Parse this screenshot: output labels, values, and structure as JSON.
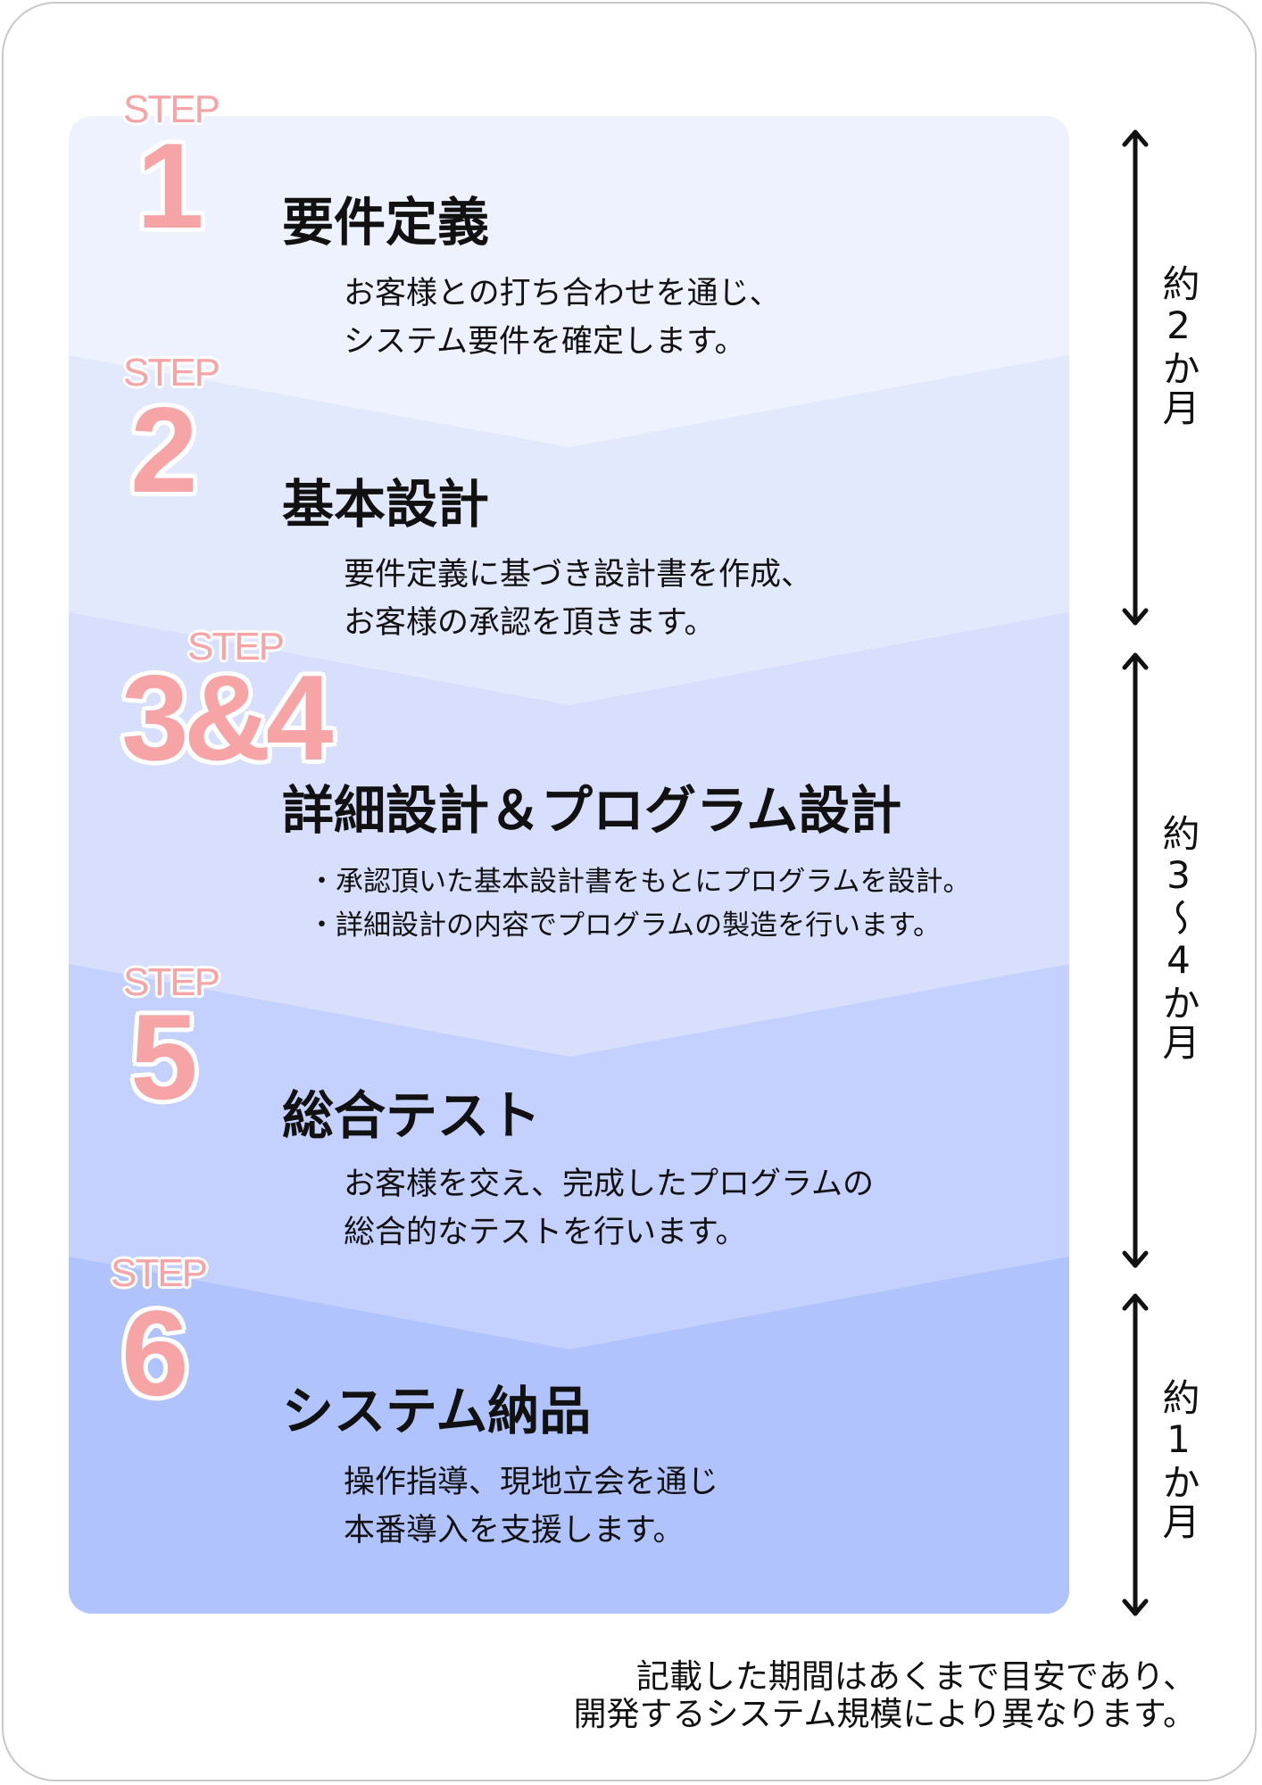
{
  "colors": {
    "band1": "#eef2fe",
    "band2": "#e3e9fd",
    "band3": "#d7dffd",
    "band4": "#c4d0fd",
    "band5": "#b1c3fc",
    "step_pink": "#f7a4a7"
  },
  "step_label": "STEP",
  "steps": [
    {
      "number": "1",
      "title": "要件定義",
      "lines": [
        "お客様との打ち合わせを通じ、",
        "システム要件を確定します。"
      ]
    },
    {
      "number": "2",
      "title": "基本設計",
      "lines": [
        "要件定義に基づき設計書を作成、",
        "お客様の承認を頂きます。"
      ]
    },
    {
      "number": "3&4",
      "title": "詳細設計＆プログラム設計",
      "lines": [
        "・承認頂いた基本設計書をもとにプログラムを設計。",
        "・詳細設計の内容でプログラムの製造を行います。"
      ]
    },
    {
      "number": "5",
      "title": "総合テスト",
      "lines": [
        "お客様を交え、完成したプログラムの",
        "総合的なテストを行います。"
      ]
    },
    {
      "number": "6",
      "title": "システム納品",
      "lines": [
        "操作指導、現地立会を通じ",
        "本番導入を支援します。"
      ]
    }
  ],
  "durations": [
    "約2か月",
    "約3〜4か月",
    "約1か月"
  ],
  "footer": [
    "記載した期間はあくまで目安であり、",
    "開発するシステム規模により異なります。"
  ]
}
